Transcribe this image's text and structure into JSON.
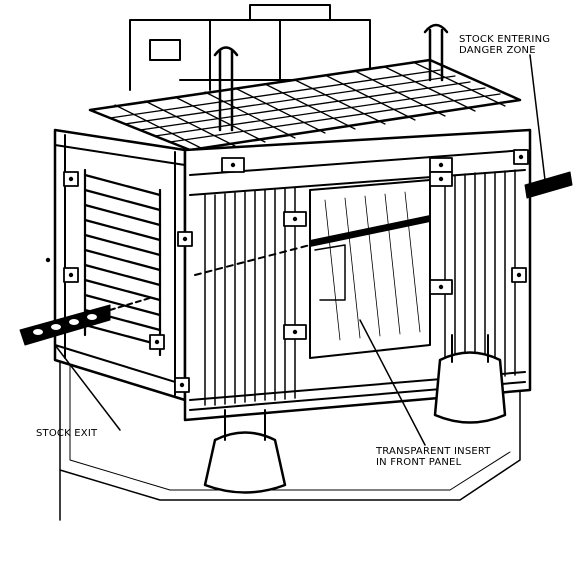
{
  "labels": {
    "stock_entering": [
      "STOCK ENTERING",
      "DANGER ZONE"
    ],
    "stock_exit": "STOCK EXIT",
    "transparent_insert": [
      "TRANSPARENT INSERT",
      "IN FRONT PANEL"
    ]
  }
}
